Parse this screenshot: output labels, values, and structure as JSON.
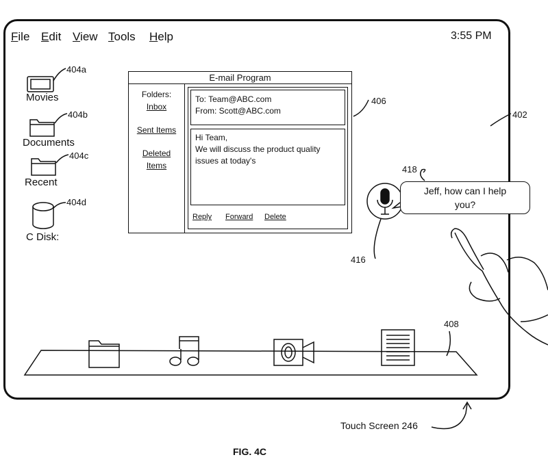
{
  "menu": {
    "items": [
      {
        "underline": "F",
        "rest": "ile"
      },
      {
        "underline": "E",
        "rest": "dit"
      },
      {
        "underline": "V",
        "rest": "iew"
      },
      {
        "underline": "T",
        "rest": "ools"
      },
      {
        "underline": "H",
        "rest": "elp"
      }
    ],
    "clock": "3:55 PM"
  },
  "desktop_icons": [
    {
      "label": "Movies",
      "ref": "404a",
      "icon": "movie-icon"
    },
    {
      "label": "Documents",
      "ref": "404b",
      "icon": "folder-icon"
    },
    {
      "label": "Recent",
      "ref": "404c",
      "icon": "folder-icon"
    },
    {
      "label": "C Disk:",
      "ref": "404d",
      "icon": "disk-icon"
    }
  ],
  "email": {
    "title": "E-mail Program",
    "folders_label": "Folders:",
    "folders": [
      "Inbox",
      "Sent Items",
      "Deleted",
      "Items"
    ],
    "to": "To: Team@ABC.com",
    "from": "From: Scott@ABC.com",
    "body_lines": [
      "Hi Team,",
      "We will discuss the product quality",
      "issues at today's"
    ],
    "actions": [
      "Reply",
      "Forward",
      "Delete"
    ],
    "ref": "406"
  },
  "assistant": {
    "bubble_lines": [
      "Jeff, how can I help",
      "you?"
    ],
    "bubble_ref": "418",
    "mic_ref": "416",
    "mic_icon": "microphone-icon"
  },
  "dock": {
    "ref": "408",
    "icons": [
      "folder-icon",
      "music-note-icon",
      "video-camera-icon",
      "document-icon"
    ]
  },
  "screen_ref": "402",
  "touch_screen_label": "Touch Screen 246",
  "figure_label": "FIG. 4C",
  "colors": {
    "line": "#111111",
    "background": "#ffffff"
  }
}
